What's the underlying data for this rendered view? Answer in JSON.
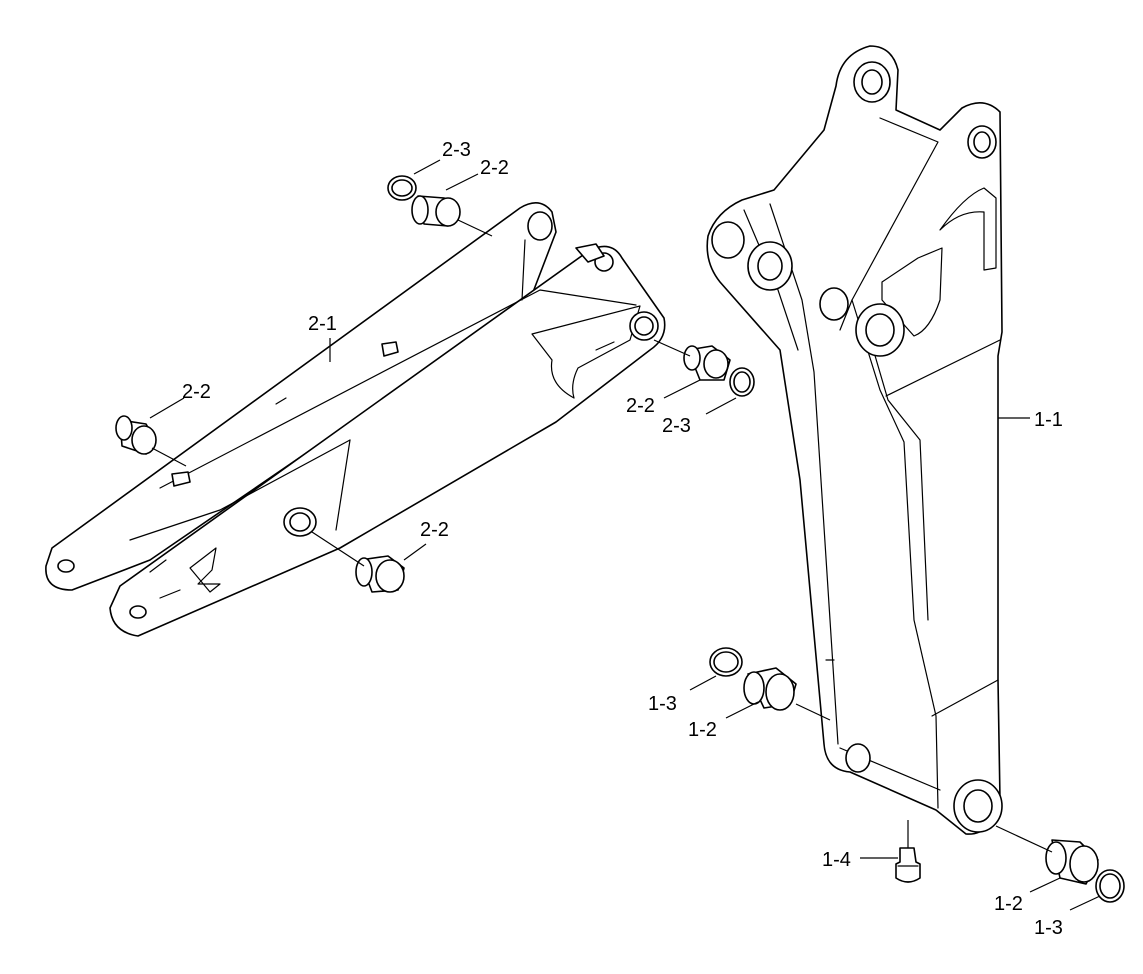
{
  "labels": {
    "arm": "2-1",
    "arm_top_ring": "2-3",
    "arm_top_bush": "2-2",
    "arm_left_bush": "2-2",
    "arm_right_bush": "2-2",
    "arm_right_ring": "2-3",
    "arm_mid_bush": "2-2",
    "boom": "1-1",
    "boom_lower_ring": "1-3",
    "boom_lower_bush": "1-2",
    "grease_nipple": "1-4",
    "boom_foot_bush": "1-2",
    "boom_foot_ring": "1-3"
  },
  "colors": {
    "line": "#000000",
    "background": "#ffffff"
  }
}
